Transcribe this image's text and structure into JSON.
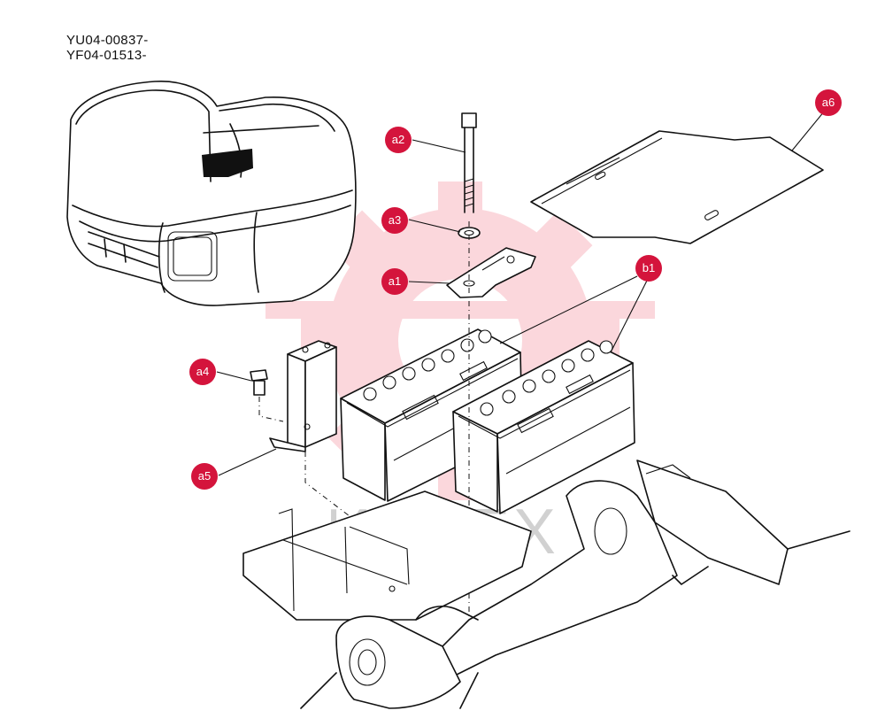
{
  "serials": {
    "line1": "YU04-00837-",
    "line2": "YF04-01513-"
  },
  "watermark": {
    "text": "ИНТЕХ",
    "color": "#e8102a"
  },
  "callouts": {
    "a1": "a1",
    "a2": "a2",
    "a3": "a3",
    "a4": "a4",
    "a5": "a5",
    "a6": "a6",
    "b1": "b1"
  },
  "colors": {
    "callout": "#d4143c",
    "line": "#111111"
  }
}
